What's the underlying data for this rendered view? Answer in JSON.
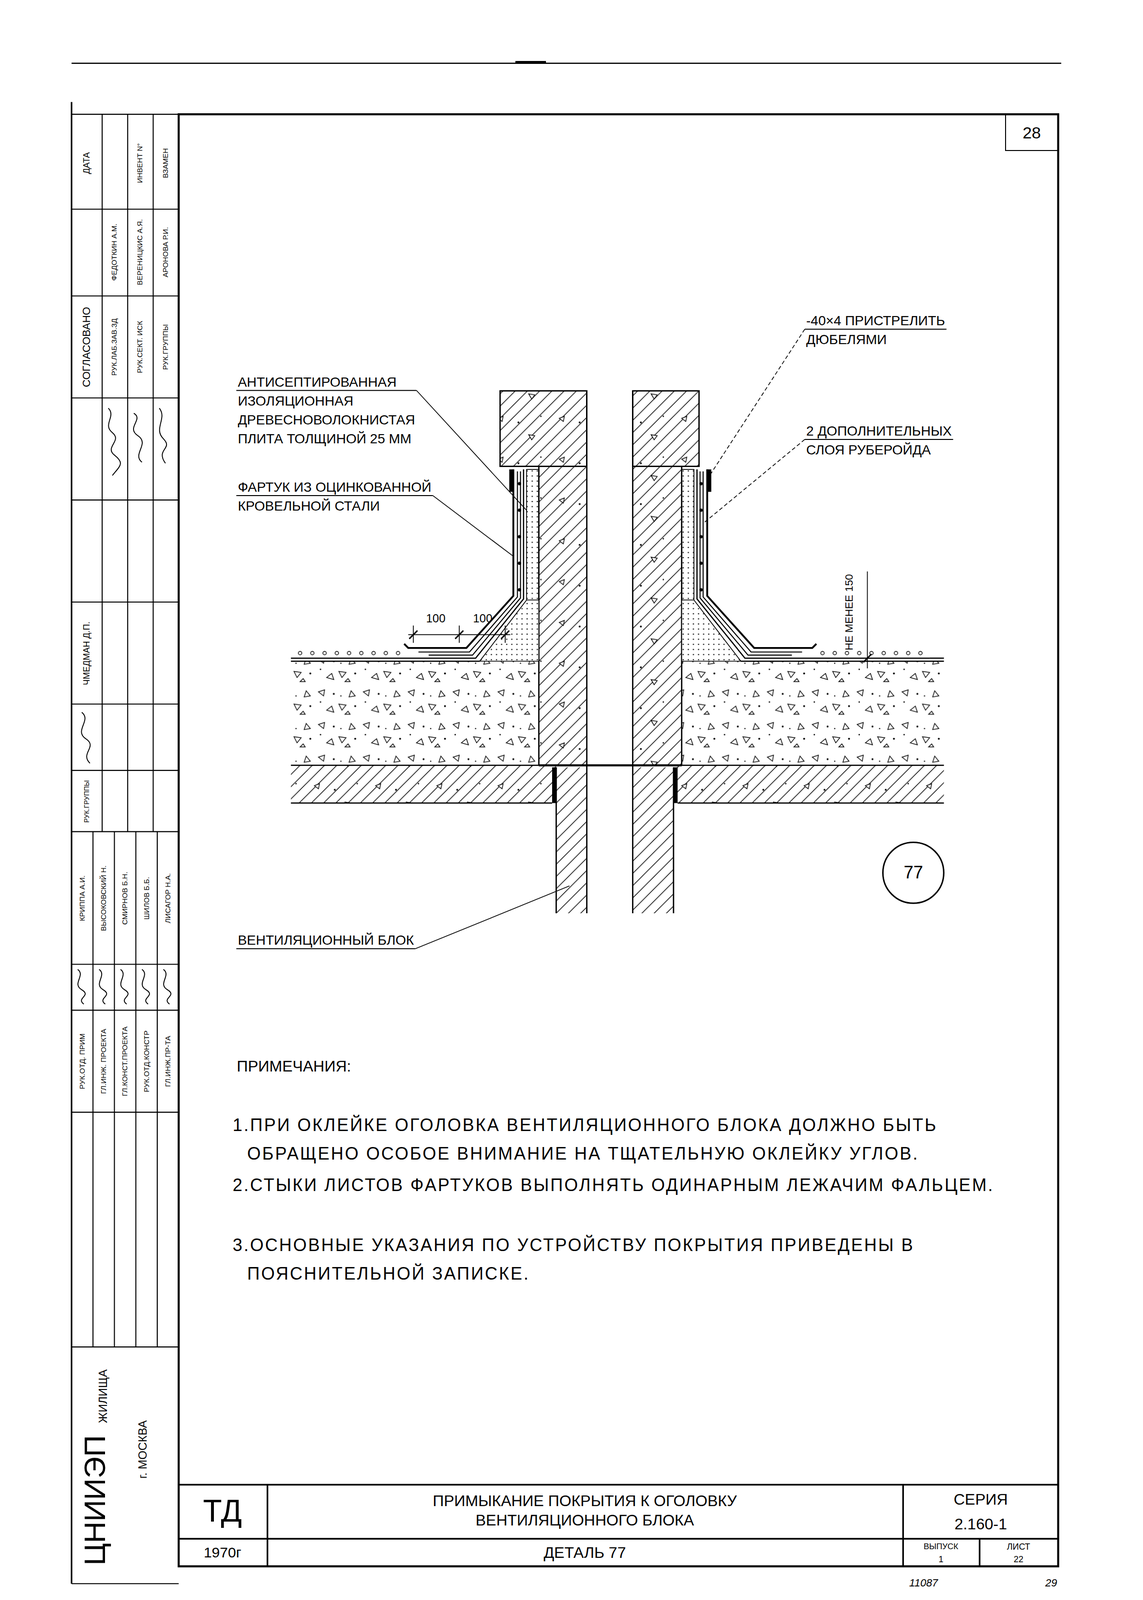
{
  "diagram": {
    "title": "ПРИМЫКАНИЕ ПОКРЫТИЯ К ОГОЛОВКУ ВЕНТИЛЯЦИОННОГО БЛОКА",
    "nodes": [
      {
        "text": [
          "28"
        ]
      },
      {
        "text": [
          "77"
        ]
      }
    ],
    "labels": [
      "АНТИСЕПТИРОВАННАЯ ИЗОЛЯЦИОННАЯ ДРЕВЕСНОВОЛОКНИСТАЯ ПЛИТА ТОЛЩИНОЙ 25 ММ",
      "ФАРТУК ИЗ ОЦИНКОВАННОЙ КРОВЕЛЬНОЙ СТАЛИ",
      "-40×4 ПРИСТРЕЛИТЬ ДЮБЕЛЯМИ",
      "2 ДОПОЛНИТЕЛЬНЫХ СЛОЯ РУБЕРОЙДА",
      "100",
      "100",
      "НЕ МЕНЕЕ 150",
      "ВЕНТИЛЯЦИОННЫЙ БЛОК",
      "ПРИМЕЧАНИЯ:",
      "1.ПРИ ОКЛЕЙКЕ ОГОЛОВКА ВЕНТИЛЯЦИОННОГО БЛОКА ДОЛЖНО БЫТЬ ОБРАЩЕНО ОСОБОЕ ВНИМАНИЕ НА ТЩАТЕЛЬНУЮ ОКЛЕЙКУ УГЛОВ.",
      "2.СТЫКИ ЛИСТОВ ФАРТУКОВ ВЫПОЛНЯТЬ ОДИНАРНЫМ ЛЕЖАЧИМ ФАЛЬЦЕМ.",
      "3.ОСНОВНЫЕ УКАЗАНИЯ ПО УСТРОЙСТВУ ПОКРЫТИЯ ПРИВЕДЕНЫ В ПОЯСНИТЕЛЬНОЙ ЗАПИСКЕ.",
      "ТД",
      "1970г",
      "ДЕТАЛЬ 77",
      "СЕРИЯ",
      "2.160-1",
      "ВЫПУСК",
      "1",
      "ЛИСТ",
      "22",
      "11087",
      "29",
      "ДАТА",
      "ИНВЕНТ N°",
      "ВЗАМЕН",
      "СОГЛАСОВАНО",
      "ФЕДОТКИН А.М.",
      "ВЕРЕНИЦКИС А.Я.",
      "АРОНОВА Р.И.",
      "РУК.ЛАБ.ЗАВ.ЗД",
      "РУК.СЕКТ. ИСК",
      "РУК.ГРУППЫ",
      "ЧМЕДМАН Д.П.",
      "РУК.ГРУППЫ",
      "КРИППА А.И.",
      "ВЫСОКОВСКИЙ Н.",
      "СМИРНОВ Б.Н.",
      "ШИЛОВ Б.Б.",
      "ЛИСАГОР Н.А.",
      "РУК.ОТД. ПРИМ",
      "ГЛ.ИНЖ. ПРОЕКТА",
      "ГЛ.КОНСТ.ПРОЕКТА",
      "РУК.ОТД.КОНСТР",
      "ГЛ.ИНЖ.ПР-ТА",
      "ЦНИИЭП",
      "ЖИЛИЩА",
      "г. МОСКВА"
    ]
  }
}
